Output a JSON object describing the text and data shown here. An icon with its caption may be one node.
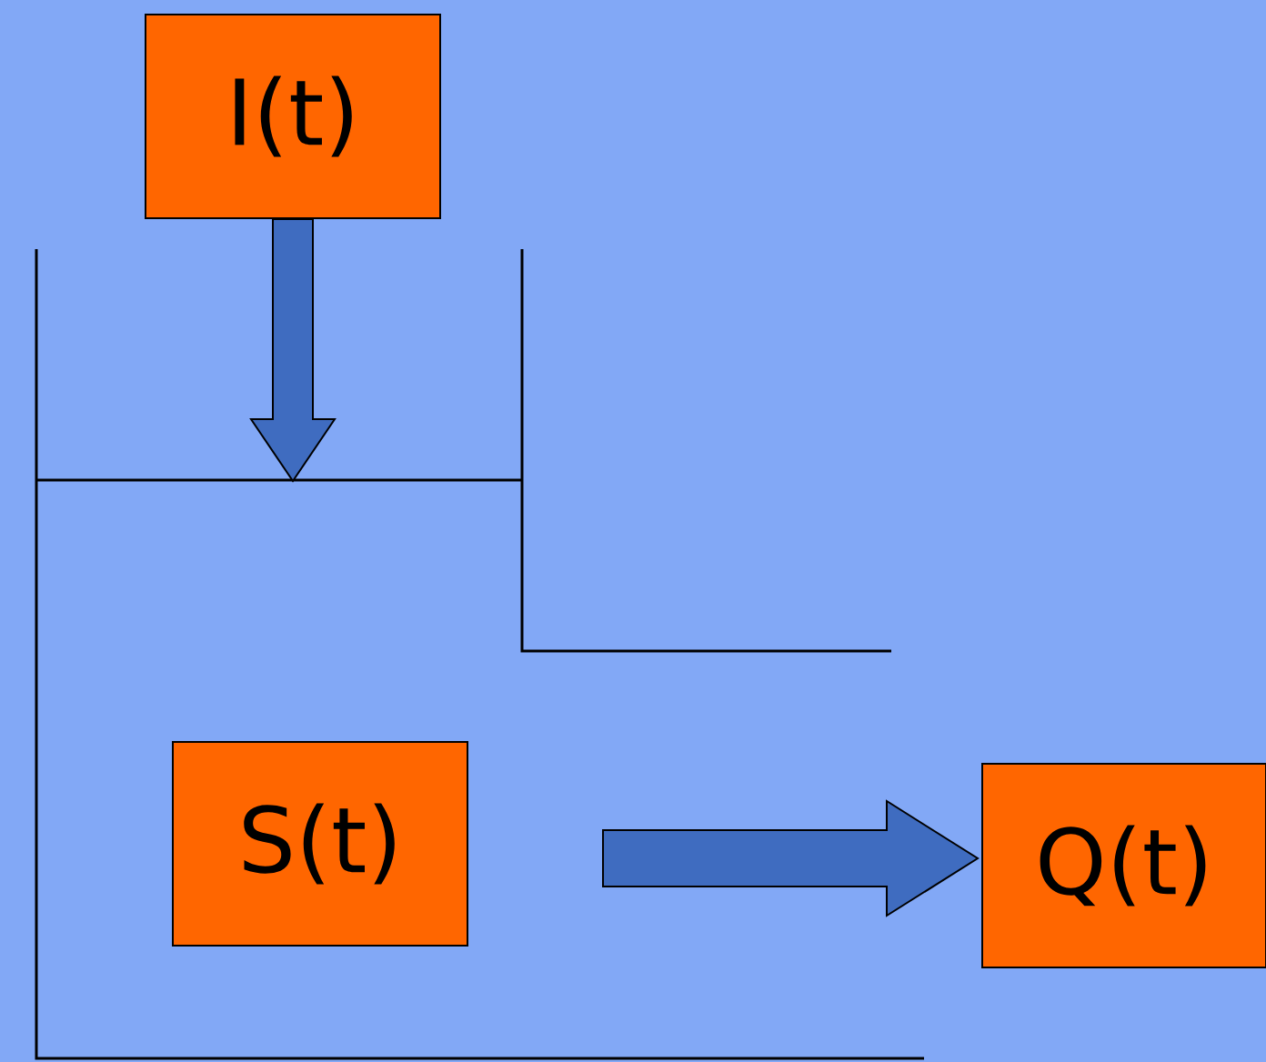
{
  "diagram": {
    "nodes": [
      {
        "text": [
          "I(t)"
        ]
      },
      {
        "text": [
          "S(t)"
        ]
      },
      {
        "text": [
          "Q(t)"
        ]
      }
    ],
    "edges": [
      {
        "from": 0,
        "to": null,
        "arrow": "to"
      },
      {
        "from": 1,
        "to": 2,
        "arrow": "to"
      }
    ]
  }
}
